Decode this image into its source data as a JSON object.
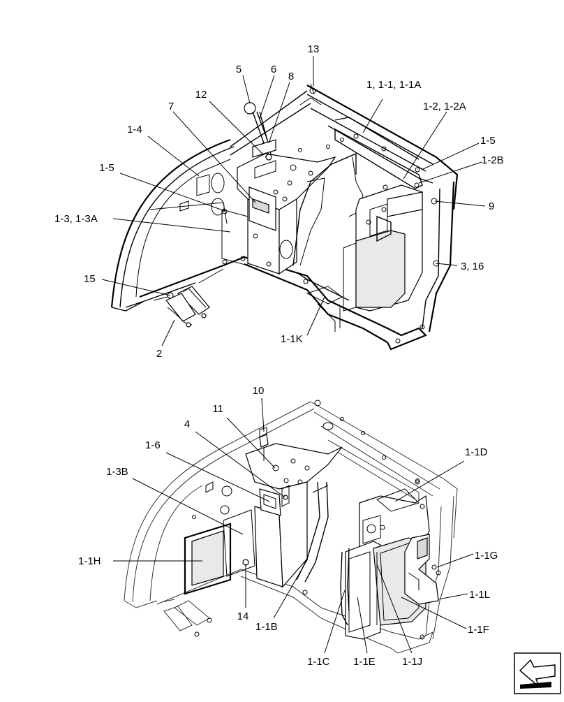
{
  "callouts_top": [
    {
      "id": "c13",
      "text": "13"
    },
    {
      "id": "c5",
      "text": "5"
    },
    {
      "id": "c6",
      "text": "6"
    },
    {
      "id": "c8",
      "text": "8"
    },
    {
      "id": "c1",
      "text": "1, 1-1, 1-1A"
    },
    {
      "id": "c12",
      "text": "12"
    },
    {
      "id": "c7",
      "text": "7"
    },
    {
      "id": "c1-2",
      "text": "1-2, 1-2A"
    },
    {
      "id": "c1-4",
      "text": "1-4"
    },
    {
      "id": "c1-5a",
      "text": "1-5"
    },
    {
      "id": "c1-2B",
      "text": "1-2B"
    },
    {
      "id": "c1-5b",
      "text": "1-5"
    },
    {
      "id": "c9",
      "text": "9"
    },
    {
      "id": "c1-3",
      "text": "1-3, 1-3A"
    },
    {
      "id": "c3-16",
      "text": "3, 16"
    },
    {
      "id": "c15",
      "text": "15"
    },
    {
      "id": "c1-1K",
      "text": "1-1K"
    },
    {
      "id": "c2",
      "text": "2"
    }
  ],
  "callouts_bottom": [
    {
      "id": "c10",
      "text": "10"
    },
    {
      "id": "c11",
      "text": "11"
    },
    {
      "id": "c4",
      "text": "4"
    },
    {
      "id": "c1-6",
      "text": "1-6"
    },
    {
      "id": "c1-1D",
      "text": "1-1D"
    },
    {
      "id": "c1-3B",
      "text": "1-3B"
    },
    {
      "id": "c1-1H",
      "text": "1-1H"
    },
    {
      "id": "c1-1G",
      "text": "1-1G"
    },
    {
      "id": "c1-1L",
      "text": "1-1L"
    },
    {
      "id": "c14",
      "text": "14"
    },
    {
      "id": "c1-1B",
      "text": "1-1B"
    },
    {
      "id": "c1-1F",
      "text": "1-1F"
    },
    {
      "id": "c1-1C",
      "text": "1-1C"
    },
    {
      "id": "c1-1E",
      "text": "1-1E"
    },
    {
      "id": "c1-1J",
      "text": "1-1J"
    }
  ],
  "icons": {
    "navigation": "next-page-arrow-icon"
  }
}
